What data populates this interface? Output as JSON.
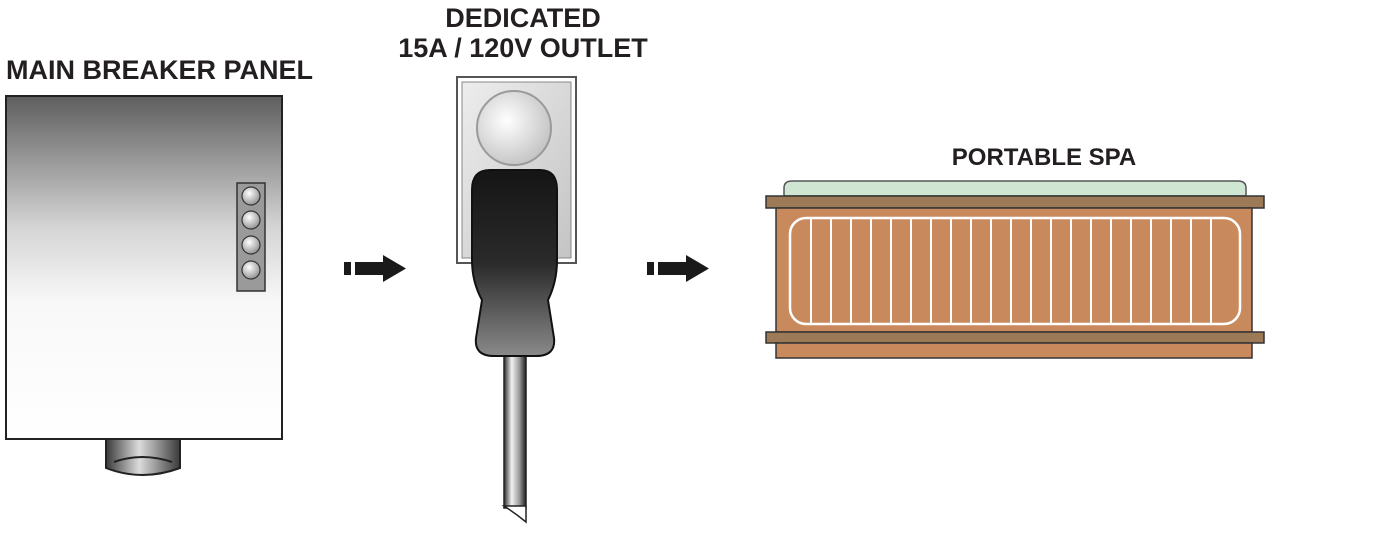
{
  "labels": {
    "panel": "MAIN BREAKER PANEL",
    "outlet_line1": "DEDICATED",
    "outlet_line2": "15A / 120V OUTLET",
    "spa": "PORTABLE SPA"
  },
  "icons": [
    "breaker-panel-icon",
    "arrow-right-icon",
    "outlet-icon",
    "plug-icon",
    "portable-spa-icon"
  ],
  "colors": {
    "text": "#231f20",
    "spa_wood": "#c8895c",
    "spa_trim": "#9c7a58",
    "spa_cover": "#cfe6d2"
  }
}
